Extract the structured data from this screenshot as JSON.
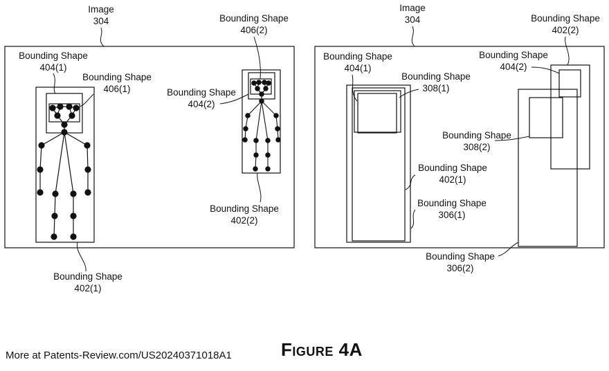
{
  "left_panel": {
    "image_label": "Image",
    "image_ref": "304",
    "labels": {
      "bs_406_2_title": "Bounding Shape",
      "bs_406_2_ref": "406(2)",
      "bs_404_1_title": "Bounding Shape",
      "bs_404_1_ref": "404(1)",
      "bs_406_1_title": "Bounding Shape",
      "bs_406_1_ref": "406(1)",
      "bs_404_2_title": "Bounding Shape",
      "bs_404_2_ref": "404(2)",
      "bs_402_2_title": "Bounding Shape",
      "bs_402_2_ref": "402(2)",
      "bs_402_1_title": "Bounding Shape",
      "bs_402_1_ref": "402(1)"
    }
  },
  "right_panel": {
    "image_label": "Image",
    "image_ref": "304",
    "labels": {
      "bs_402_2_title": "Bounding Shape",
      "bs_402_2_ref": "402(2)",
      "bs_404_1_title": "Bounding Shape",
      "bs_404_1_ref": "404(1)",
      "bs_404_2_title": "Bounding Shape",
      "bs_404_2_ref": "404(2)",
      "bs_308_1_title": "Bounding Shape",
      "bs_308_1_ref": "308(1)",
      "bs_308_2_title": "Bounding Shape",
      "bs_308_2_ref": "308(2)",
      "bs_402_1_title": "Bounding Shape",
      "bs_402_1_ref": "402(1)",
      "bs_306_1_title": "Bounding Shape",
      "bs_306_1_ref": "306(1)",
      "bs_306_2_title": "Bounding Shape",
      "bs_306_2_ref": "306(2)"
    }
  },
  "footer": {
    "source_text": "More at Patents-Review.com/US20240371018A1",
    "figure_word": "Figure",
    "figure_number": "4A"
  }
}
